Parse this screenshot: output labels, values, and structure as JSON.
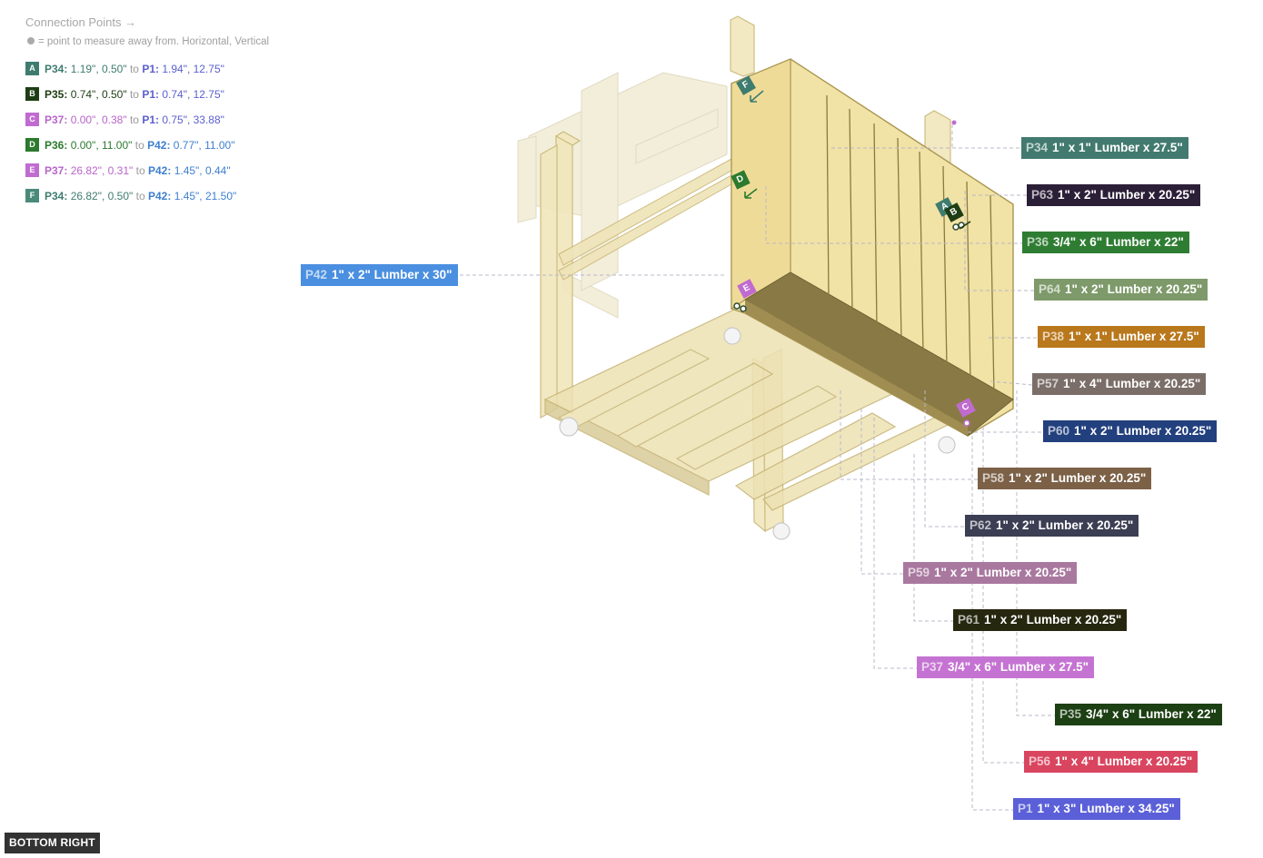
{
  "connection_points": {
    "title": "Connection Points →",
    "note": "= point to measure away from. Horizontal, Vertical",
    "to_word": "to",
    "items": [
      {
        "badge": "A",
        "from_part": "P34:",
        "from_value": "1.19\", 0.50\"",
        "to_part": "P1:",
        "to_value": "1.94\", 12.75\"",
        "from_color": "#3e7c6e",
        "to_color": "#5b5fcf",
        "badge_color": "#3e7c6e"
      },
      {
        "badge": "B",
        "from_part": "P35:",
        "from_value": "0.74\", 0.50\"",
        "to_part": "P1:",
        "to_value": "0.74\", 12.75\"",
        "from_color": "#1e3d14",
        "to_color": "#5b5fcf",
        "badge_color": "#1e3d14"
      },
      {
        "badge": "C",
        "from_part": "P37:",
        "from_value": "0.00\", 0.38\"",
        "to_part": "P1:",
        "to_value": "0.75\", 33.88\"",
        "from_color": "#b865c9",
        "to_color": "#5b5fcf",
        "badge_color": "#c06bd0"
      },
      {
        "badge": "D",
        "from_part": "P36:",
        "from_value": "0.00\", 11.00\"",
        "to_part": "P42:",
        "to_value": "0.77\", 11.00\"",
        "from_color": "#2c7a2e",
        "to_color": "#3f7fcf",
        "badge_color": "#2c7a2e"
      },
      {
        "badge": "E",
        "from_part": "P37:",
        "from_value": "26.82\", 0.31\"",
        "to_part": "P42:",
        "to_value": "1.45\", 0.44\"",
        "from_color": "#b865c9",
        "to_color": "#3f7fcf",
        "badge_color": "#c06bd0"
      },
      {
        "badge": "F",
        "from_part": "P34:",
        "from_value": "26.82\", 0.50\"",
        "to_part": "P42:",
        "to_value": "1.45\", 21.50\"",
        "from_color": "#3e7c6e",
        "to_color": "#3f7fcf",
        "badge_color": "#4a8a7a"
      }
    ]
  },
  "parts": [
    {
      "id": "P34",
      "desc": "1\" x 1\" Lumber  x 27.5\"",
      "color": "#427a70"
    },
    {
      "id": "P63",
      "desc": "1\" x 2\" Lumber x 20.25\"",
      "color": "#2b1f38"
    },
    {
      "id": "P36",
      "desc": "3/4\" x 6\" Lumber x 22\"",
      "color": "#2f7d33"
    },
    {
      "id": "P42",
      "desc": "1\" x 2\" Lumber x 30\"",
      "color": "#4a8fe0"
    },
    {
      "id": "P64",
      "desc": "1\" x 2\" Lumber x 20.25\"",
      "color": "#7e9a6a"
    },
    {
      "id": "P38",
      "desc": "1\" x 1\" Lumber  x 27.5\"",
      "color": "#b9781c"
    },
    {
      "id": "P57",
      "desc": "1\" x 4\" Lumber  x 20.25\"",
      "color": "#7b6e68"
    },
    {
      "id": "P60",
      "desc": "1\" x 2\" Lumber x 20.25\"",
      "color": "#23407e"
    },
    {
      "id": "P58",
      "desc": "1\" x 2\" Lumber x 20.25\"",
      "color": "#7c6147"
    },
    {
      "id": "P62",
      "desc": "1\" x 2\" Lumber x 20.25\"",
      "color": "#3c3e53"
    },
    {
      "id": "P59",
      "desc": "1\" x 2\" Lumber x 20.25\"",
      "color": "#a9789f"
    },
    {
      "id": "P61",
      "desc": "1\" x 2\" Lumber x 20.25\"",
      "color": "#26270f"
    },
    {
      "id": "P37",
      "desc": "3/4\" x 6\" Lumber x 27.5\"",
      "color": "#c573d2"
    },
    {
      "id": "P35",
      "desc": "3/4\" x 6\" Lumber x 22\"",
      "color": "#1c4013"
    },
    {
      "id": "P56",
      "desc": "1\" x 4\" Lumber  x 20.25\"",
      "color": "#d9455f"
    },
    {
      "id": "P1",
      "desc": "1\" x 3\" Lumber x 34.25\"",
      "color": "#5b60d8"
    }
  ],
  "diagram_badges": [
    {
      "letter": "F",
      "color": "#3e7c6e"
    },
    {
      "letter": "D",
      "color": "#2c7a2e"
    },
    {
      "letter": "A",
      "color": "#3e7c6e"
    },
    {
      "letter": "B",
      "color": "#1e3d14"
    },
    {
      "letter": "E",
      "color": "#c06bd0"
    },
    {
      "letter": "C",
      "color": "#c06bd0"
    }
  ],
  "view_label": "BOTTOM RIGHT"
}
